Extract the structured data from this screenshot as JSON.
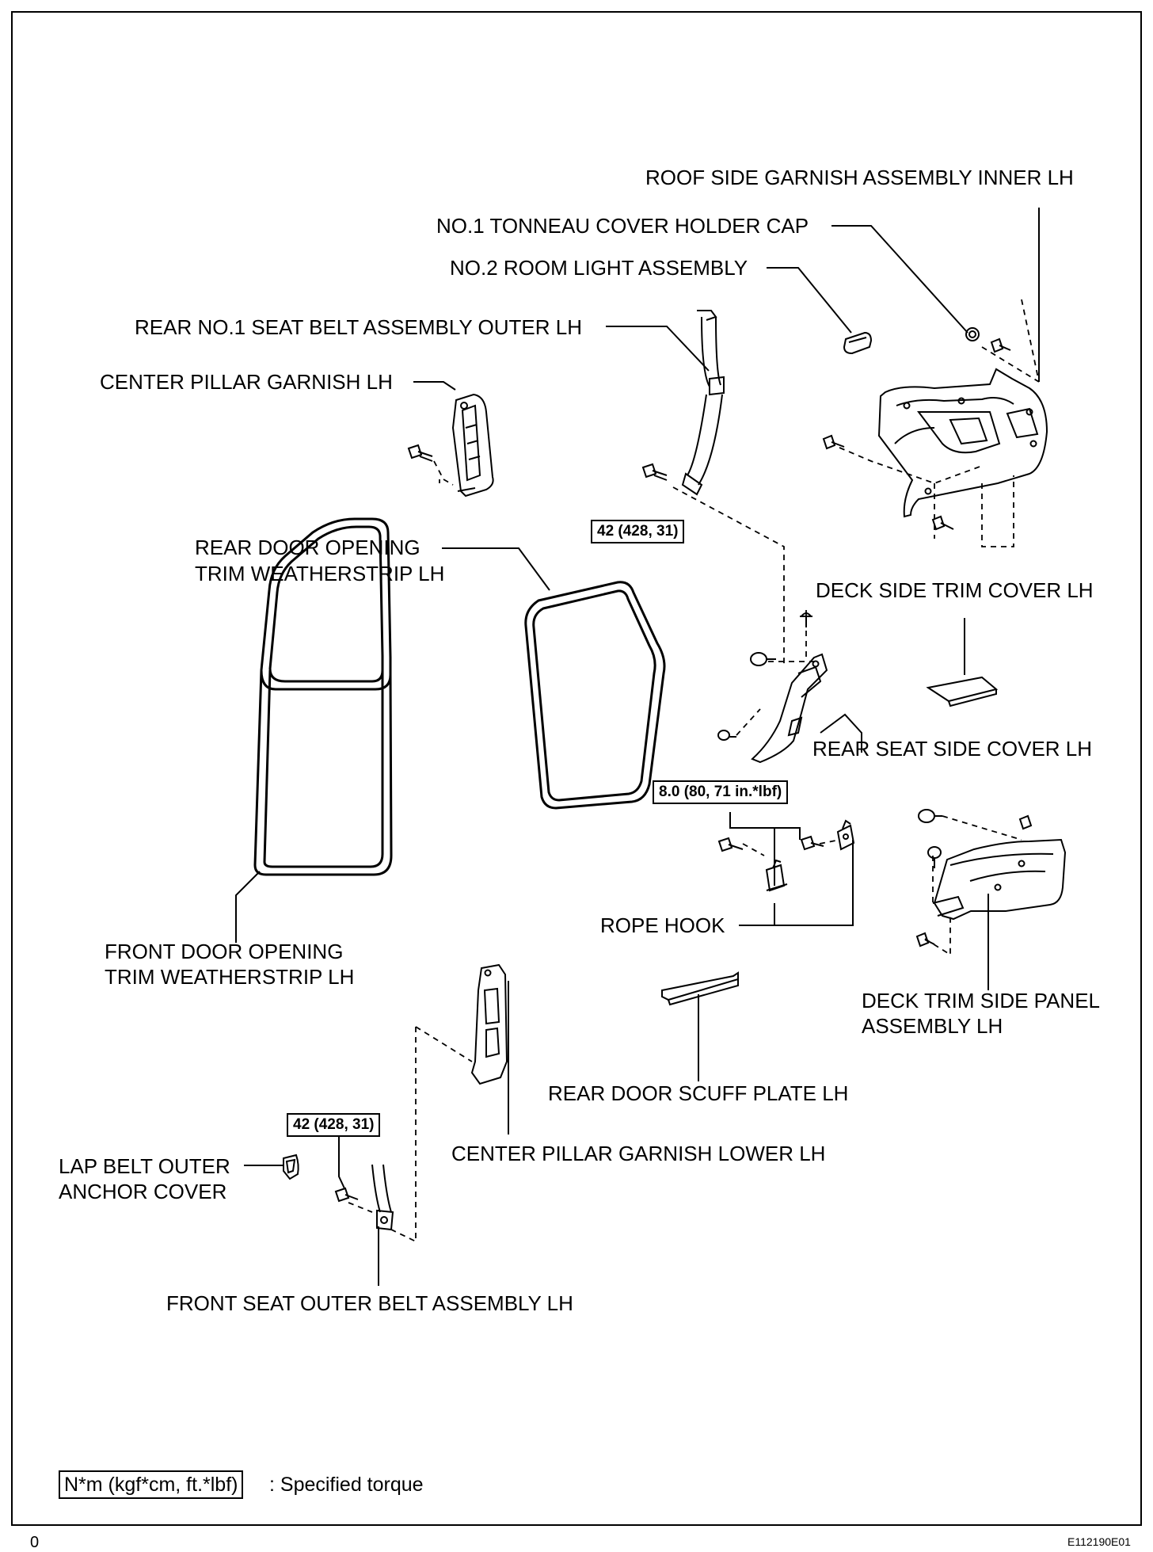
{
  "labels": {
    "roof_side_garnish": "ROOF SIDE GARNISH ASSEMBLY INNER LH",
    "tonneau_cap": "NO.1 TONNEAU COVER HOLDER CAP",
    "room_light": "NO.2 ROOM LIGHT ASSEMBLY",
    "rear_seat_belt": "REAR NO.1 SEAT BELT ASSEMBLY OUTER LH",
    "center_pillar_garnish": "CENTER PILLAR GARNISH LH",
    "rear_door_ws_line1": "REAR DOOR OPENING",
    "rear_door_ws_line2": "TRIM WEATHERSTRIP LH",
    "deck_side_trim_cover": "DECK SIDE TRIM COVER LH",
    "rear_seat_side_cover": "REAR SEAT SIDE COVER LH",
    "rope_hook": "ROPE HOOK",
    "front_door_ws_line1": "FRONT DOOR OPENING",
    "front_door_ws_line2": "TRIM WEATHERSTRIP LH",
    "deck_trim_panel_line1": "DECK TRIM SIDE PANEL",
    "deck_trim_panel_line2": "ASSEMBLY LH",
    "rear_door_scuff": "REAR DOOR SCUFF PLATE LH",
    "center_pillar_lower": "CENTER PILLAR GARNISH LOWER LH",
    "lap_belt_line1": "LAP BELT OUTER",
    "lap_belt_line2": "ANCHOR COVER",
    "front_seat_belt": "FRONT SEAT OUTER BELT ASSEMBLY LH"
  },
  "torques": {
    "seat_belt_rear": "42 (428, 31)",
    "rope_hook": "8.0 (80, 71 in.*lbf)",
    "seat_belt_front": "42 (428, 31)"
  },
  "legend": {
    "unit": "N*m (kgf*cm, ft.*lbf)",
    "text": ": Specified torque"
  },
  "footer": {
    "page_number": "0",
    "figure_code": "E112190E01"
  }
}
